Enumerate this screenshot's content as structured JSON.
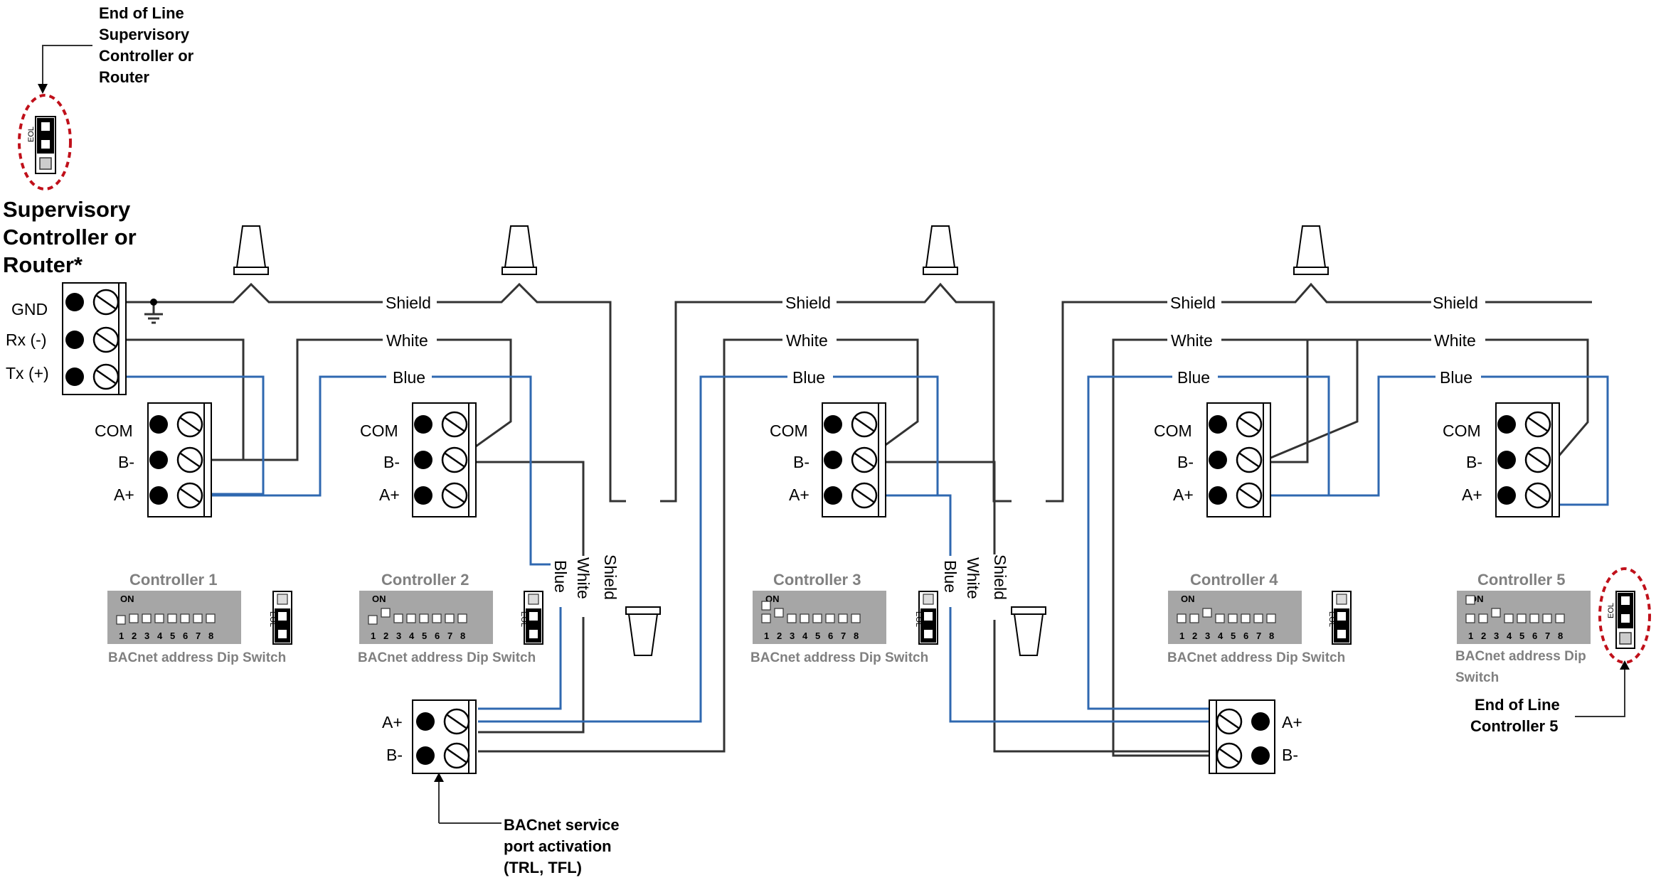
{
  "top_eol": {
    "lines": [
      "End of Line",
      "Supervisory",
      "Controller or",
      "Router"
    ],
    "jumper_label": "EOL"
  },
  "supervisory": {
    "lines": [
      "Supervisory",
      "Controller or",
      "Router*"
    ],
    "terminals": [
      "GND",
      "Rx (-)",
      "Tx (+)"
    ]
  },
  "terminal_labels": {
    "com": "COM",
    "b": "B-",
    "a": "A+"
  },
  "wire_labels": {
    "shield": "Shield",
    "white": "White",
    "blue": "Blue"
  },
  "controllers": [
    {
      "title": "Controller 1",
      "dip_label": "BACnet address Dip Switch"
    },
    {
      "title": "Controller 2",
      "dip_label": "BACnet address Dip Switch"
    },
    {
      "title": "Controller 3",
      "dip_label": "BACnet address Dip Switch"
    },
    {
      "title": "Controller 4",
      "dip_label": "BACnet address Dip Switch"
    },
    {
      "title": "Controller 5",
      "dip_label_lines": [
        "BACnet address Dip",
        "Switch"
      ]
    }
  ],
  "dip": {
    "on_label": "ON",
    "numbers": [
      "1",
      "2",
      "3",
      "4",
      "5",
      "6",
      "7",
      "8"
    ]
  },
  "eol_label": "EOL",
  "service_port": {
    "a": "A+",
    "b": "B-",
    "lines": [
      "BACnet service",
      "port activation",
      "(TRL, TFL)"
    ]
  },
  "end_controller5": {
    "lines": [
      "End of Line",
      "Controller 5"
    ]
  },
  "colors": {
    "blue_wire": "#2f68b0",
    "eol_ring": "#c0101a",
    "dip_grey": "#a6a6a6"
  }
}
